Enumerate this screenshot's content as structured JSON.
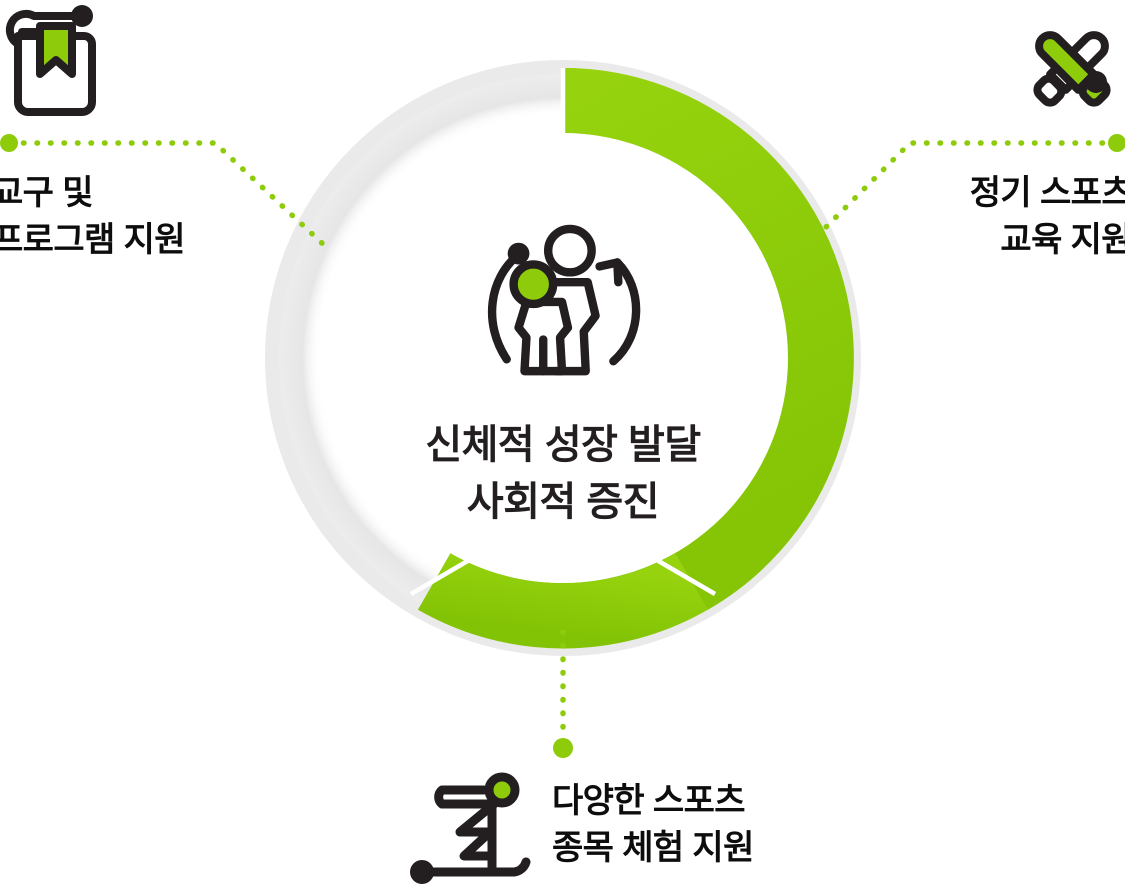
{
  "theme": {
    "green": "#8ECC0B",
    "green_dark": "#7FBC08",
    "ring_shadow": "#E8E8E8",
    "dark": "#231f20",
    "text_dark": "#0d0d0d",
    "white": "#ffffff"
  },
  "center": {
    "icon_name": "parent-and-child-growth-icon",
    "title_line1": "신체적 성장 발달",
    "title_line2": "사회적 증진"
  },
  "ring": {
    "type": "donut",
    "segments": 3,
    "divider_angles_deg": [
      0,
      210,
      330
    ],
    "segment_color": "#8ECC0B",
    "outer_shadow_color": "#E8E8E8",
    "hole_color": "#ffffff"
  },
  "satellites": [
    {
      "id": "teaching-materials",
      "position": "top-left",
      "icon_name": "book-with-bookmark-icon",
      "label_line1": "교구 및",
      "label_line2": "프로그램 지원",
      "connector": "dotted-elbow-left"
    },
    {
      "id": "regular-sports-education",
      "position": "top-right",
      "icon_name": "crossed-baseball-bats-icon",
      "label_line1": "정기 스포츠",
      "label_line2": "교육 지원",
      "connector": "dotted-elbow-right"
    },
    {
      "id": "various-sports-experience",
      "position": "bottom",
      "icon_name": "skier-icon",
      "label_line1": "다양한 스포츠",
      "label_line2": "종목 체험 지원",
      "connector": "dotted-vertical"
    }
  ]
}
